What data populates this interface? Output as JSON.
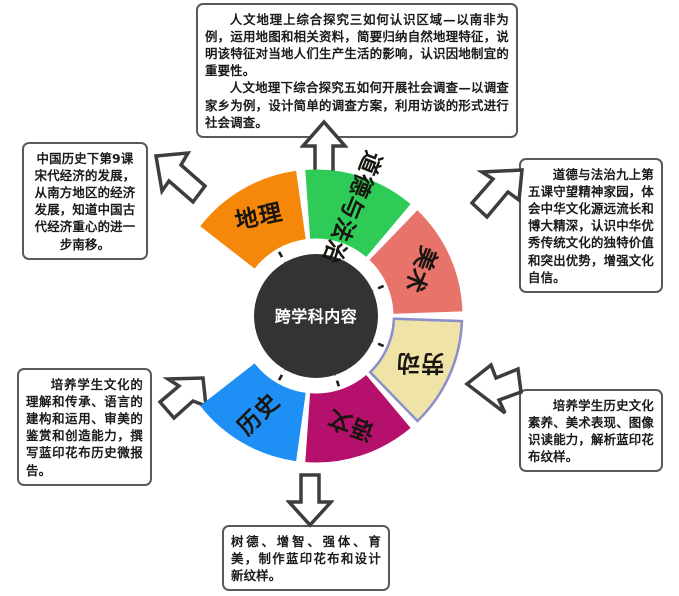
{
  "diagram": {
    "hub_label": "跨学科内容",
    "segments": [
      {
        "id": "geography",
        "label": "地理",
        "color": "#F5880B",
        "start_deg": -52,
        "end_deg": -8,
        "label_rot": -12
      },
      {
        "id": "morality",
        "label": "道德与法治",
        "color": "#2ECC57",
        "start_deg": -4,
        "end_deg": 40,
        "label_rot": 112
      },
      {
        "id": "art",
        "label": "美术",
        "color": "#E8736B",
        "start_deg": 44,
        "end_deg": 88,
        "label_rot": 112
      },
      {
        "id": "labor",
        "label": "劳动",
        "color": "#EFE3A8",
        "start_deg": 92,
        "end_deg": 136,
        "label_rot": 180
      },
      {
        "id": "chinese",
        "label": "语文",
        "color": "#B5106B",
        "start_deg": 140,
        "end_deg": 184,
        "label_rot": 200
      },
      {
        "id": "history",
        "label": "历史",
        "color": "#1E90F5",
        "start_deg": 188,
        "end_deg": 232,
        "label_rot": -45
      }
    ]
  },
  "callouts": {
    "geography": {
      "paragraphs": [
        "人文地理上综合探究三如何认识区域—以南非为例，运用地图和相关资料，简要归纳自然地理特征，说明该特征对当地人们生产生活的影响，认识因地制宜的重要性。",
        "人文地理下综合探究五如何开展社会调查—以调查家乡为例，设计简单的调查方案，利用访谈的形式进行社会调查。"
      ]
    },
    "history": {
      "paragraphs": [
        "中国历史下第9课宋代经济的发展，从南方地区的经济发展，知道中国古代经济重心的进一步南移。"
      ]
    },
    "morality": {
      "paragraphs": [
        "道德与法治九上第五课守望精神家园，体会中华文化源远流长和博大精深，认识中华优秀传统文化的独特价值和突出优势，增强文化自信。"
      ]
    },
    "art": {
      "paragraphs": [
        "培养学生历史文化素养、美术表现、图像识读能力，解析蓝印花布纹样。"
      ]
    },
    "chinese": {
      "paragraphs": [
        "培养学生文化的理解和传承、语言的建构和运用、审美的鉴赏和创造能力，撰写蓝印花布历史微报告。"
      ]
    },
    "labor": {
      "paragraphs": [
        "树德、增智、强体、育美，制作蓝印花布和设计新纹样。"
      ]
    }
  },
  "colors": {
    "geography": "#F5880B",
    "morality": "#2ECC57",
    "art": "#E8736B",
    "labor": "#EFE3A8",
    "chinese": "#B5106B",
    "history": "#1E90F5",
    "hub": "#333333",
    "outline": "#3d3d3d",
    "callout_border": "#5a5a5a"
  }
}
